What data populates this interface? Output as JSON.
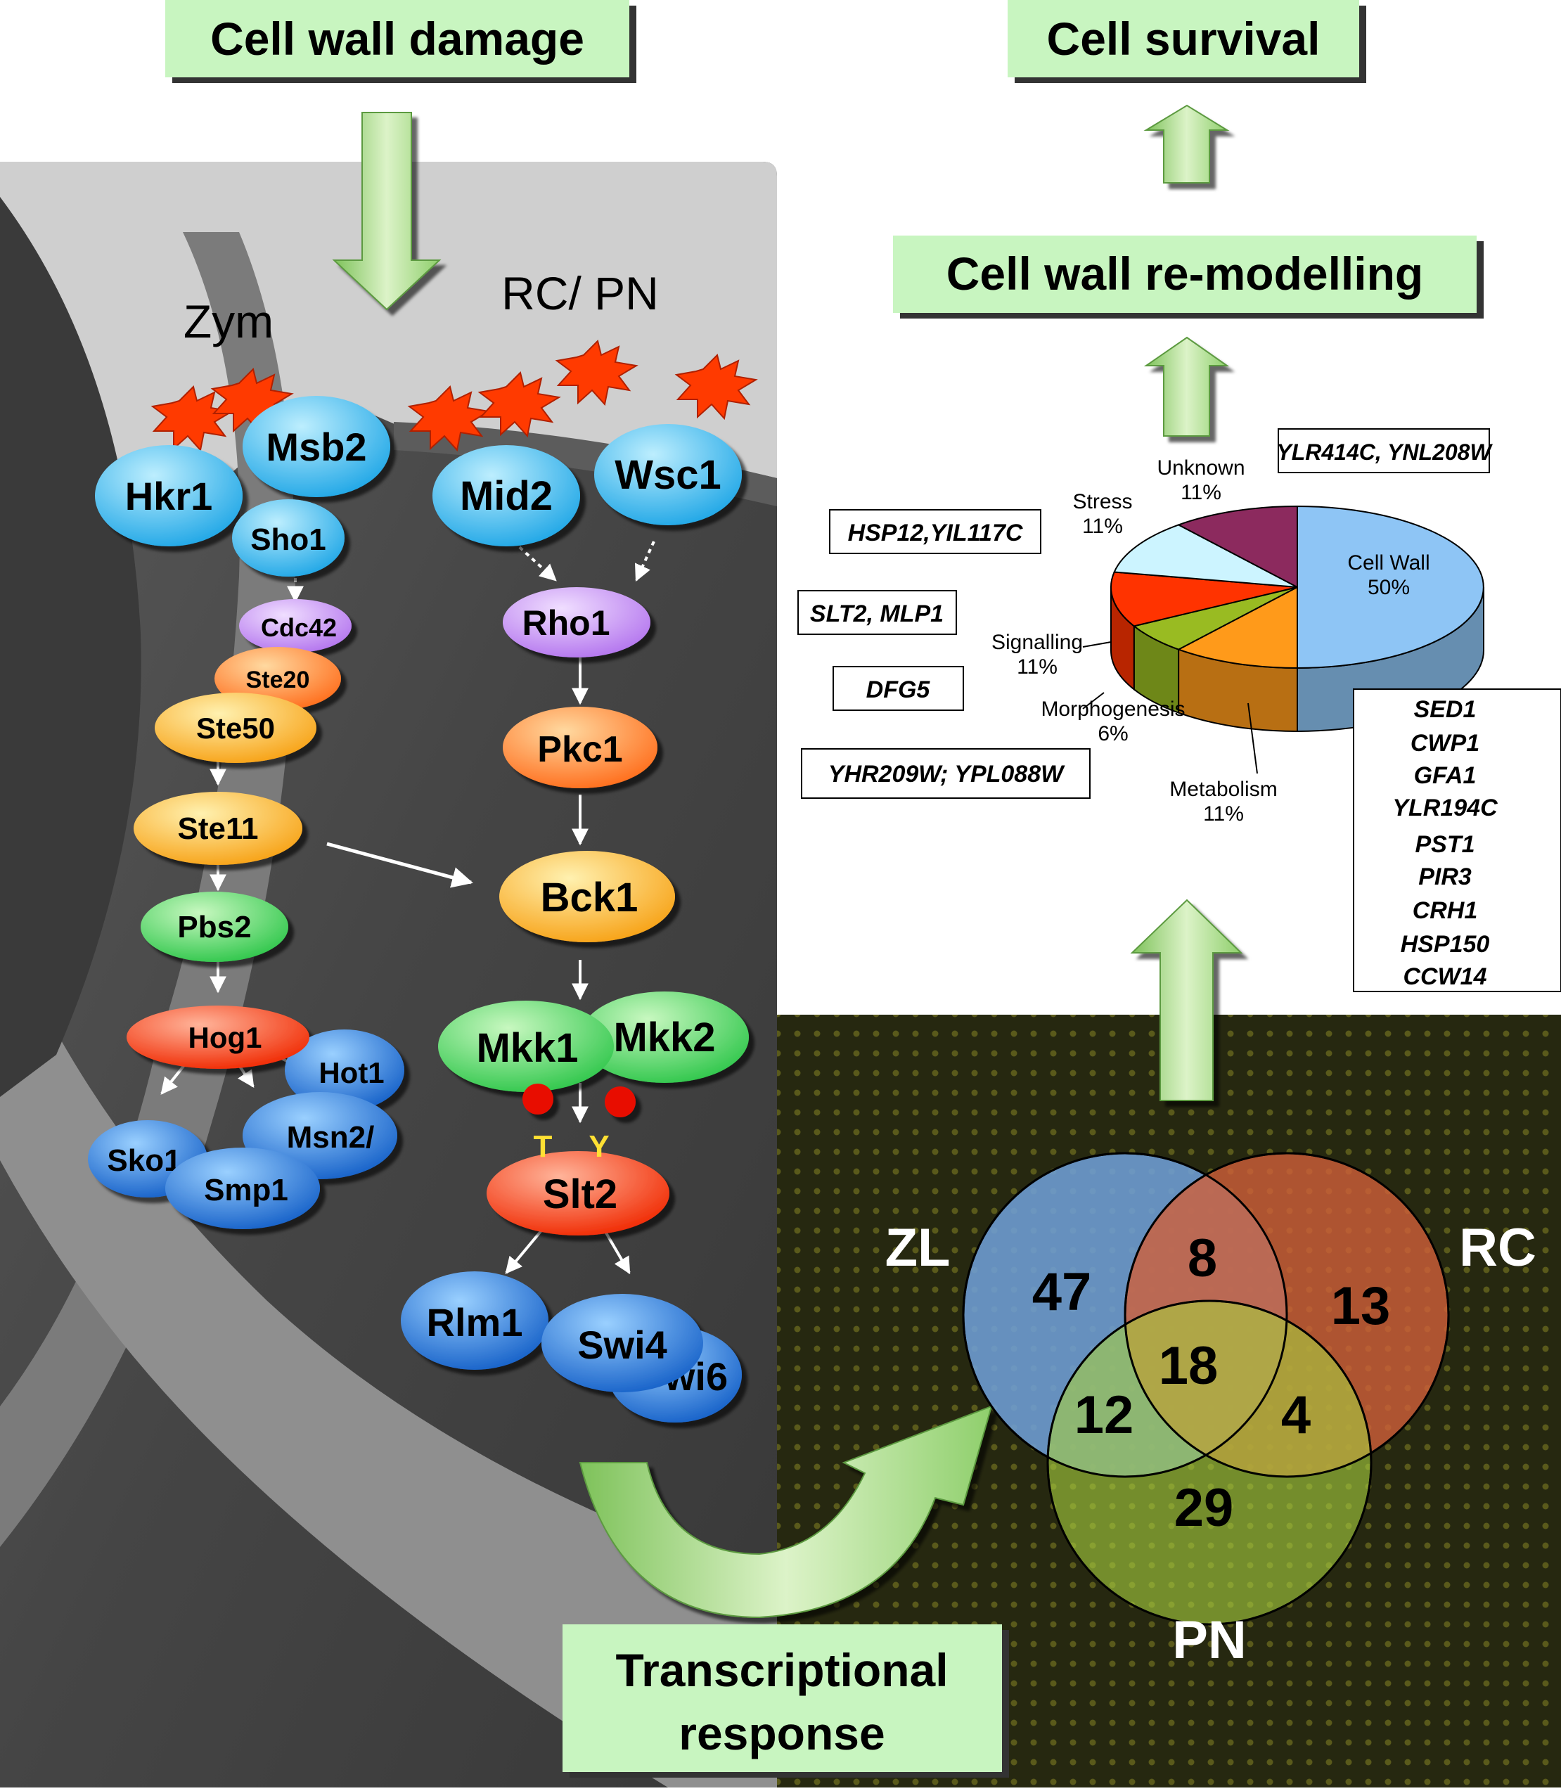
{
  "header": {
    "damage": "Cell wall damage",
    "survival": "Cell survival",
    "remodelling": "Cell wall re-modelling",
    "transcriptional_line1": "Transcriptional",
    "transcriptional_line2": "response"
  },
  "stimuli": {
    "left": "Zym",
    "right": "RC/ PN"
  },
  "hog_pathway": {
    "sensors": [
      "Hkr1",
      "Msb2",
      "Sho1"
    ],
    "kinases": [
      "Cdc42",
      "Ste20",
      "Ste50",
      "Ste11",
      "Pbs2",
      "Hog1"
    ],
    "targets": [
      "Hot1",
      "Msn2/",
      "Sko1",
      "Smp1"
    ]
  },
  "cwi_pathway": {
    "sensors": [
      "Mid2",
      "Wsc1"
    ],
    "kinases": [
      "Rho1",
      "Pkc1",
      "Bck1",
      "Mkk1",
      "Mkk2",
      "Slt2"
    ],
    "phospho": [
      "T",
      "Y"
    ],
    "targets": [
      "Rlm1",
      "Swi4",
      "wi6"
    ]
  },
  "chart_data": {
    "type": "pie",
    "title": "",
    "slices": [
      {
        "label": "Cell Wall",
        "value": 50,
        "pct": "50%",
        "color": "#8ec5f5"
      },
      {
        "label": "Metabolism",
        "value": 11,
        "pct": "11%",
        "color": "#ff9a1a"
      },
      {
        "label": "Morphogenesis",
        "value": 6,
        "pct": "6%",
        "color": "#99bb22"
      },
      {
        "label": "Signalling",
        "value": 11,
        "pct": "11%",
        "color": "#ff3300"
      },
      {
        "label": "Stress",
        "value": 11,
        "pct": "11%",
        "color": "#ccf4ff"
      },
      {
        "label": "Unknown",
        "value": 11,
        "pct": "11%",
        "color": "#8c2a5e"
      }
    ]
  },
  "gene_boxes": {
    "unknown": "YLR414C, YNL208W",
    "stress": "HSP12,YIL117C",
    "signalling": "SLT2, MLP1",
    "morphogenesis": "DFG5",
    "metabolism": "YHR209W; YPL088W",
    "cell_wall": [
      "SED1",
      "CWP1",
      "GFA1",
      "YLR194C",
      "PST1",
      "PIR3",
      "CRH1",
      "HSP150",
      "CCW14"
    ]
  },
  "venn": {
    "labels": {
      "zl": "ZL",
      "rc": "RC",
      "pn": "PN"
    },
    "counts": {
      "zl_only": "47",
      "zl_rc": "8",
      "rc_only": "13",
      "all": "18",
      "zl_pn": "12",
      "rc_pn": "4",
      "pn_only": "29"
    },
    "colors": {
      "zl": "#6f9fd6",
      "rc": "#d0603a",
      "pn": "#a8d040"
    }
  }
}
